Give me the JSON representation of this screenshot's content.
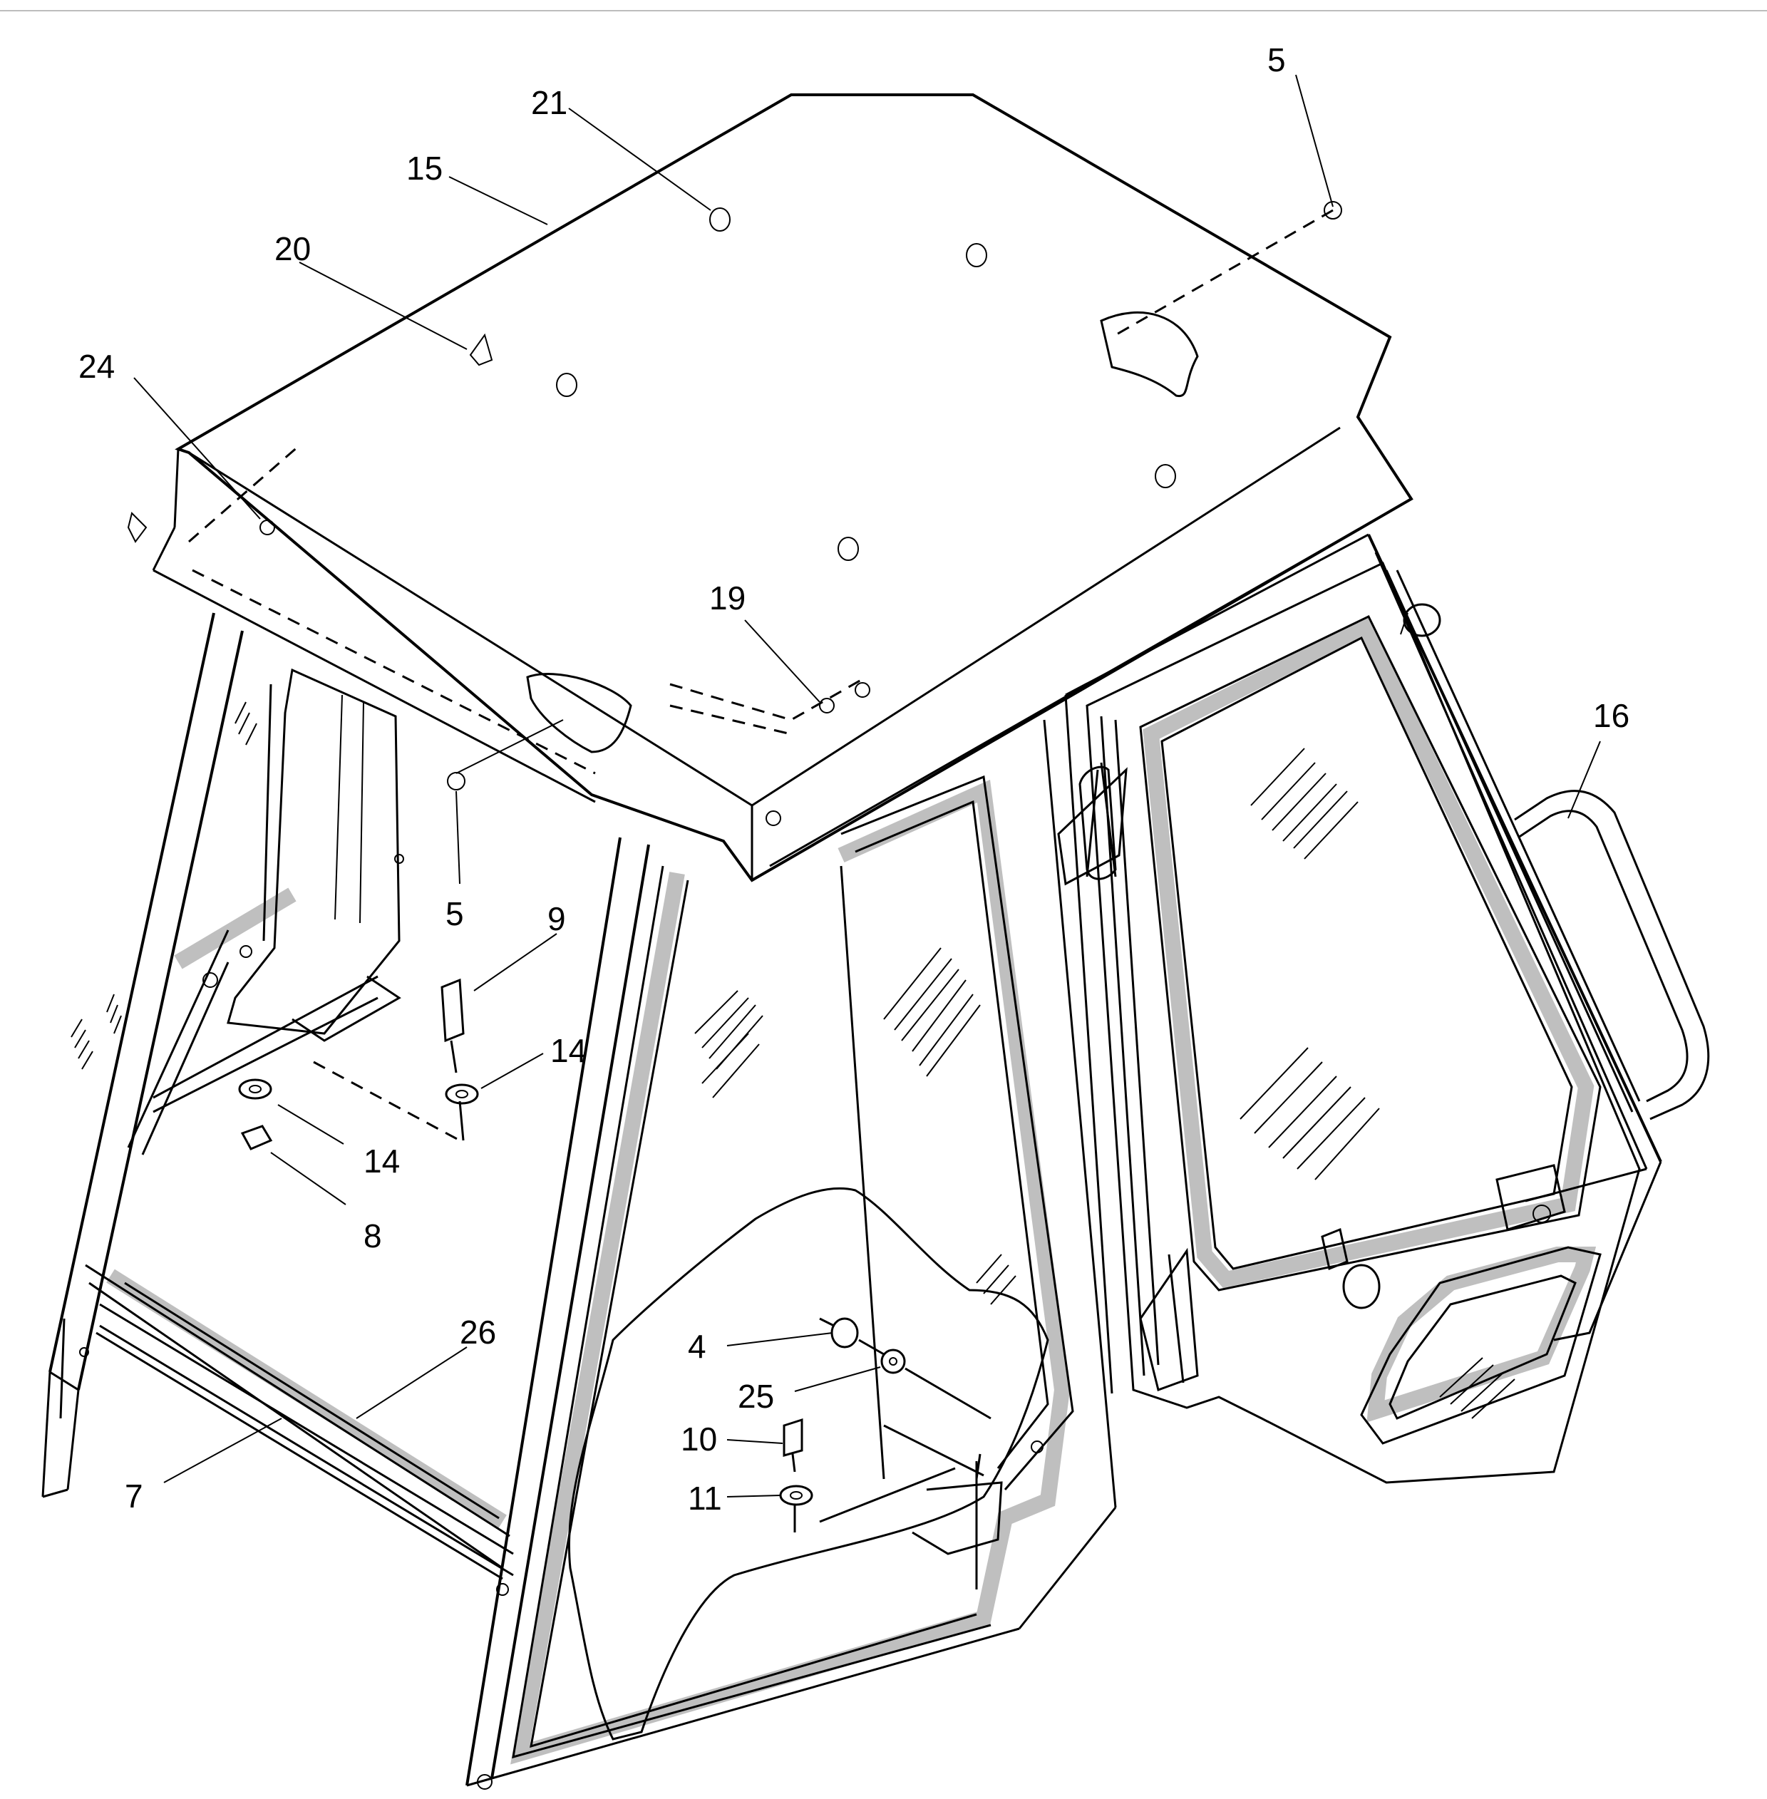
{
  "figure": {
    "callouts": [
      {
        "id": "c5a",
        "label": "5"
      },
      {
        "id": "c21",
        "label": "21"
      },
      {
        "id": "c15",
        "label": "15"
      },
      {
        "id": "c20",
        "label": "20"
      },
      {
        "id": "c24",
        "label": "24"
      },
      {
        "id": "c19",
        "label": "19"
      },
      {
        "id": "c16",
        "label": "16"
      },
      {
        "id": "c5b",
        "label": "5"
      },
      {
        "id": "c9",
        "label": "9"
      },
      {
        "id": "c14a",
        "label": "14"
      },
      {
        "id": "c14b",
        "label": "14"
      },
      {
        "id": "c8",
        "label": "8"
      },
      {
        "id": "c26",
        "label": "26"
      },
      {
        "id": "c7",
        "label": "7"
      },
      {
        "id": "c4",
        "label": "4"
      },
      {
        "id": "c25",
        "label": "25"
      },
      {
        "id": "c10",
        "label": "10"
      },
      {
        "id": "c11",
        "label": "11"
      }
    ]
  }
}
